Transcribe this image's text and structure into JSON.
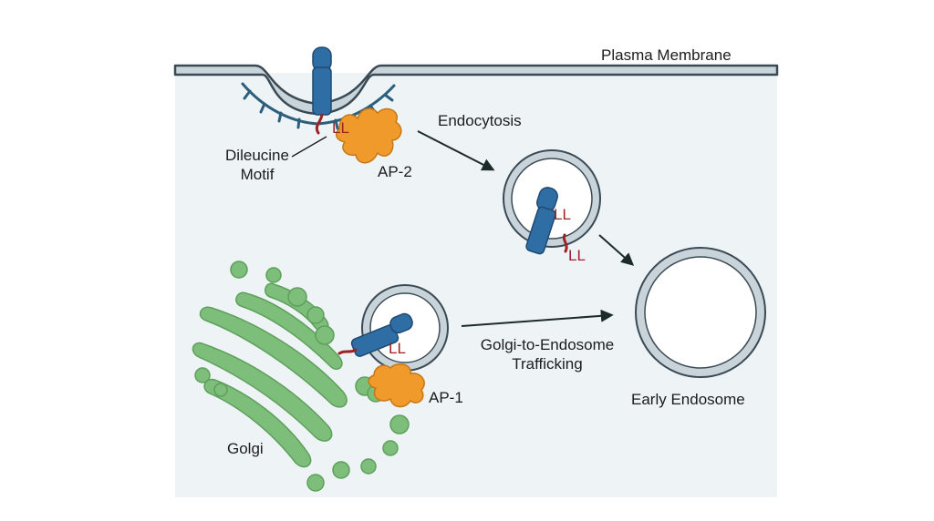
{
  "labels": {
    "plasma_membrane": "Plasma Membrane",
    "endocytosis": "Endocytosis",
    "dileucine_motif_line1": "Dileucine",
    "dileucine_motif_line2": "Motif",
    "ap2": "AP-2",
    "ap1": "AP-1",
    "golgi": "Golgi",
    "golgi_to_endosome_line1": "Golgi-to-Endosome",
    "golgi_to_endosome_line2": "Trafficking",
    "early_endosome": "Early Endosome"
  },
  "motif_text": {
    "membrane": "LL",
    "vesicle_upper": "LL",
    "vesicle_lower": "LL",
    "golgi_vesicle": "LL"
  },
  "colors": {
    "cell_background": "#eef3f6",
    "membrane_fill": "#c9d3da",
    "membrane_stroke": "#3a4a55",
    "clathrin_coat": "#2c5f7c",
    "receptor": "#2f6ea5",
    "adaptor": "#ef9a2b",
    "motif": "#9c2323",
    "golgi": "#7dbf7a",
    "arrow": "#1c2a2a"
  }
}
